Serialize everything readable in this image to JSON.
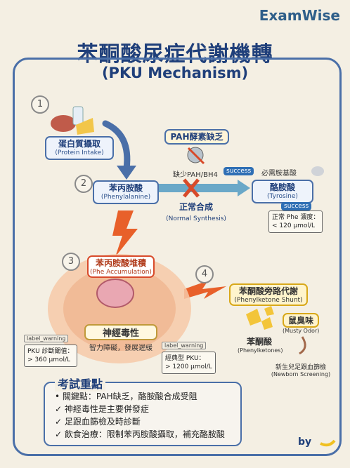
{
  "brand": "ExamWise",
  "title": "苯酮酸尿症代謝機轉",
  "subtitle": "(PKU Mechanism)",
  "steps": [
    "1",
    "2",
    "3",
    "4"
  ],
  "protein": {
    "label": "蛋白質攝取",
    "sub": "(Protein Intake)"
  },
  "phe": {
    "label": "苯丙胺酸",
    "sub": "(Phenylalanine)"
  },
  "pah": {
    "label": "PAH酵素缺乏",
    "cofactor": "缺少PAH/BH4"
  },
  "normal": {
    "label": "正常合成",
    "sub": "(Normal Synthesis)"
  },
  "tyrosine": {
    "label": "酪胺酸",
    "sub": "(Tyrosine)",
    "note": "必需胺基酸",
    "badge1": "success",
    "badge2": "success"
  },
  "normal_phe": {
    "line1": "正常 Phe 濃度：",
    "line2": "< 120 μmol/L"
  },
  "accum": {
    "label": "苯丙胺酸堆積",
    "sub": "(Phe Accumulation)"
  },
  "neuro": {
    "label": "神經毒性",
    "sub": "智力障礙，發展遲緩"
  },
  "warn1": {
    "tag": "label_warning",
    "line1": "PKU 診斷閾值：",
    "line2": "> 360 μmol/L"
  },
  "warn2": {
    "tag": "label_warning",
    "line1": "經典型 PKU：",
    "line2": "> 1200 μmol/L"
  },
  "shunt": {
    "label": "苯酮酸旁路代謝",
    "sub": "(Phenylketone Shunt)"
  },
  "musty": {
    "label": "鼠臭味",
    "sub": "(Musty Odor)"
  },
  "ketones": {
    "label": "苯酮酸",
    "sub": "(Phenylketones)"
  },
  "newborn": {
    "label": "新生兒足跟血篩檢",
    "sub": "(Newborn Screening)"
  },
  "exam": {
    "title": "考試重點",
    "items": [
      "關鍵點：PAH缺乏，酪胺酸合成受阻",
      "神經毒性是主要併發症",
      "足跟血篩檢及時診斷",
      "飲食治療：限制苯丙胺酸攝取，補充酪胺酸"
    ]
  },
  "by": "by",
  "colors": {
    "primary": "#1f3f7a",
    "frame": "#4a6fa8",
    "danger": "#d84a2a",
    "success": "#2f6fb5",
    "accent": "#e8b020"
  }
}
